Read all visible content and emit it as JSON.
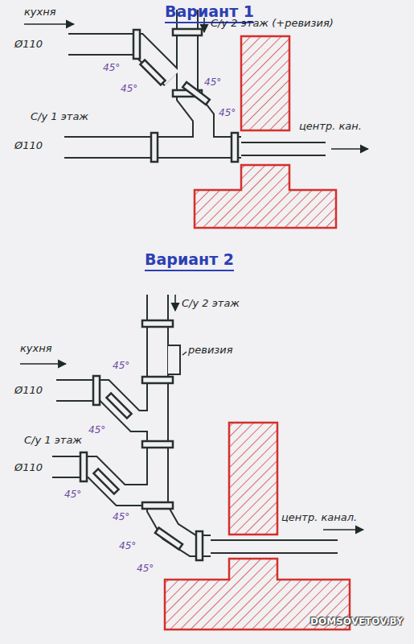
{
  "diagram": {
    "labels": [
      "Вариант 1",
      "кухня",
      "Ø110",
      "С/у 2 этаж (+ревизия)",
      "45°",
      "45°",
      "45°",
      "45°",
      "С/у 1 этаж",
      "Ø110",
      "центр. кан.",
      "Вариант 2",
      "С/у 2 этаж",
      "ревизия",
      "кухня",
      "45°",
      "Ø110",
      "45°",
      "С/у 1 этаж",
      "Ø110",
      "45°",
      "45°",
      "45°",
      "45°",
      "центр. канал.",
      "DOMSOVETOV.BY"
    ]
  }
}
